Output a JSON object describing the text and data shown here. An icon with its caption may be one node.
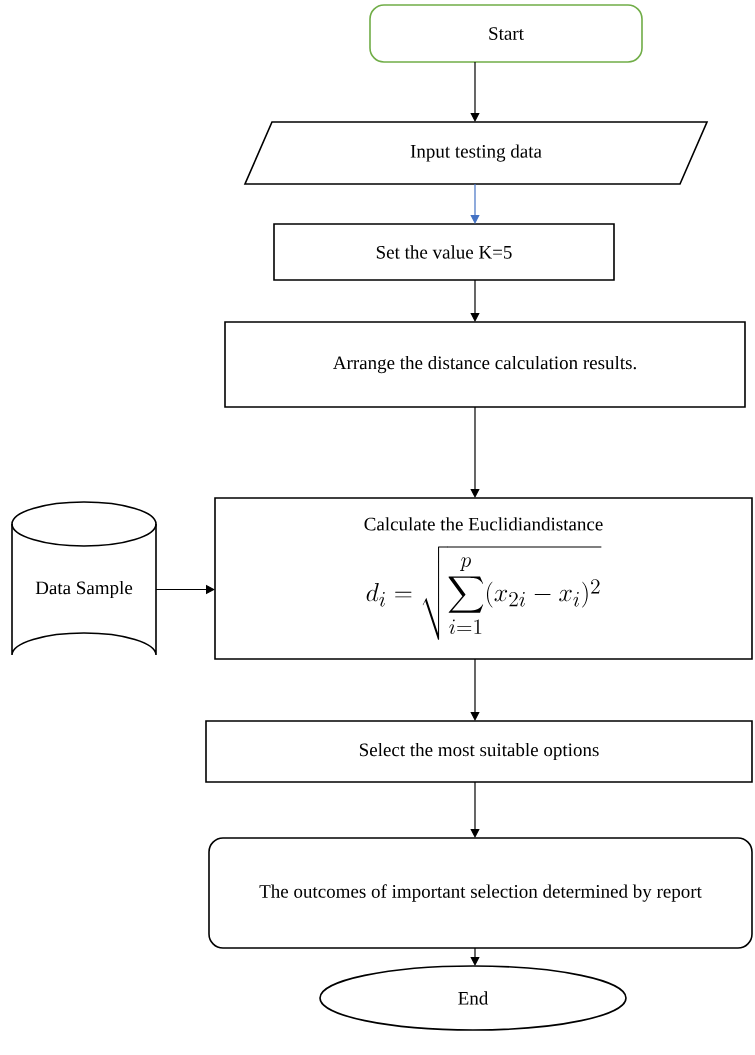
{
  "diagram": {
    "nodes": [
      {
        "text": [
          "Start"
        ]
      },
      {
        "text": [
          "Input testing data"
        ]
      },
      {
        "text": [
          "Set the value K=5"
        ]
      },
      {
        "text": [
          "Arrange the distance calculation results."
        ]
      },
      {
        "text": [
          "Calculate the Euclidiandistance",
          "d_{i} = \\sqrt{\\sum_{i=1}^{p} (x_{2i} - x_{i})^{2}}"
        ]
      },
      {
        "text": [
          "Data Sample"
        ]
      },
      {
        "text": [
          "Select the most suitable options"
        ]
      },
      {
        "text": [
          "The outcomes of important selection determined by report"
        ]
      },
      {
        "text": [
          "End"
        ]
      }
    ],
    "edges": [
      {
        "from": 0,
        "to": 1,
        "arrow": "to"
      },
      {
        "from": 1,
        "to": 2,
        "arrow": "to",
        "color": "#4472c4"
      },
      {
        "from": 2,
        "to": 3,
        "arrow": "to"
      },
      {
        "from": 3,
        "to": 4,
        "arrow": "to"
      },
      {
        "from": 5,
        "to": 4,
        "arrow": "to"
      },
      {
        "from": 4,
        "to": 6,
        "arrow": "to"
      },
      {
        "from": 6,
        "to": 7,
        "arrow": "to"
      },
      {
        "from": 7,
        "to": 8,
        "arrow": "to"
      }
    ]
  }
}
